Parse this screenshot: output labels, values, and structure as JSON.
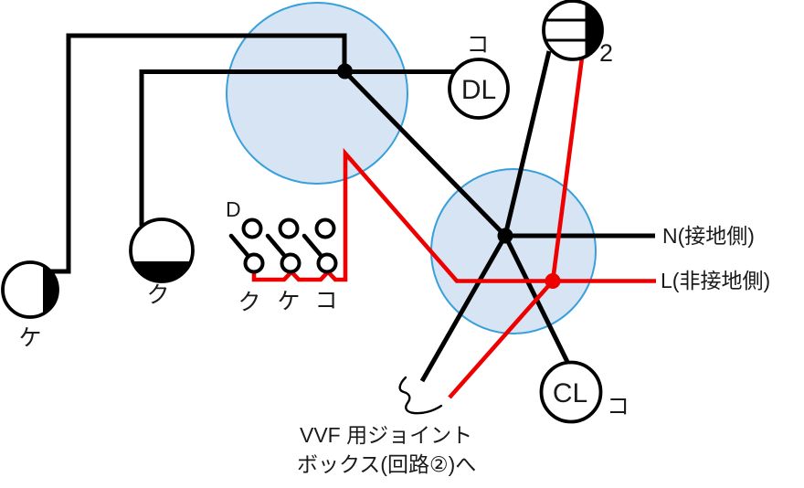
{
  "colors": {
    "wire_black": "#000000",
    "wire_live_red": "#ee0000",
    "junction_fill": "#d6e4f4",
    "junction_stroke": "#37a0db"
  },
  "labels": {
    "lamp_left_tag": "ケ",
    "lamp_mid_tag": "ク",
    "switch_group_tag": "D",
    "switch_1_tag": "ク",
    "switch_2_tag": "ケ",
    "switch_3_tag": "コ",
    "downlight_tag": "コ",
    "downlight_text": "DL",
    "outlet_count": "2",
    "neutral_label": "N(接地側)",
    "live_label": "L(非接地側)",
    "ceiling_light_text": "CL",
    "ceiling_light_tag": "コ",
    "note_line1": "VVF 用ジョイント",
    "note_line2": "ボックス(回路②)へ"
  }
}
